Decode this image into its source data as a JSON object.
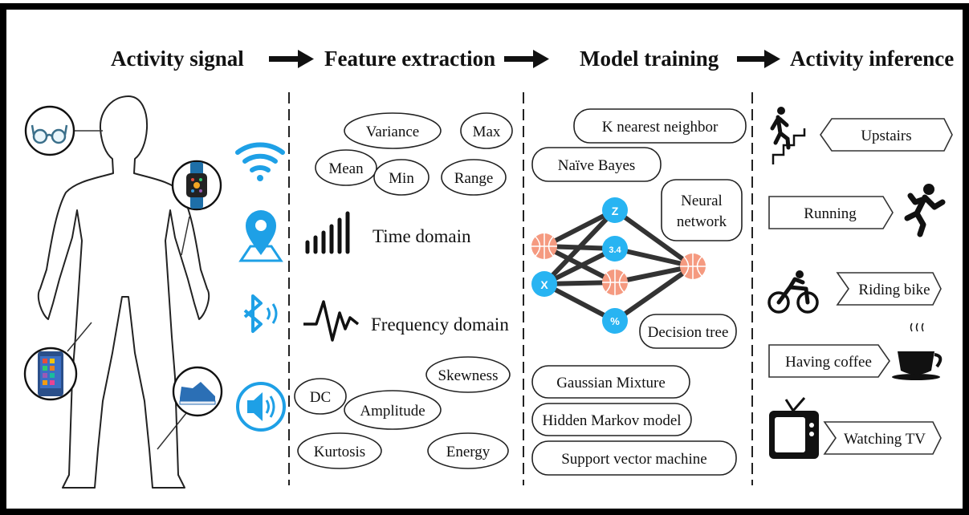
{
  "headers": {
    "activity_signal": "Activity signal",
    "feature_extraction": "Feature extraction",
    "model_training": "Model training",
    "activity_inference": "Activity inference"
  },
  "features": {
    "variance": "Variance",
    "max": "Max",
    "mean": "Mean",
    "min": "Min",
    "range": "Range",
    "time_domain": "Time domain",
    "frequency_domain": "Frequency domain",
    "skewness": "Skewness",
    "dc": "DC",
    "amplitude": "Amplitude",
    "kurtosis": "Kurtosis",
    "energy": "Energy"
  },
  "models": {
    "knn": "K nearest neighbor",
    "naive_bayes": "Naïve Bayes",
    "neural_network_line1": "Neural",
    "neural_network_line2": "network",
    "decision_tree": "Decision tree",
    "gaussian_mixture": "Gaussian Mixture",
    "hidden_markov": "Hidden Markov model",
    "svm": "Support vector machine",
    "nodes": {
      "z": "Z",
      "n34": "3.4",
      "x": "X",
      "pct": "%"
    }
  },
  "activities": {
    "upstairs": "Upstairs",
    "running": "Running",
    "riding_bike": "Riding bike",
    "having_coffee": "Having coffee",
    "watching_tv": "Watching TV"
  },
  "colors": {
    "sensor_blue": "#1ea0e6",
    "node_blue": "#28b4f2",
    "ball_orange": "#f59a80",
    "edge_gray": "#333333"
  },
  "icons": [
    "glasses-icon",
    "smartwatch-icon",
    "smartphone-icon",
    "sneaker-icon",
    "wifi-icon",
    "location-pin-icon",
    "bluetooth-icon",
    "speaker-icon",
    "signal-bars-icon",
    "waveform-icon",
    "stairs-person-icon",
    "runner-icon",
    "cyclist-icon",
    "coffee-cup-icon",
    "tv-icon"
  ]
}
